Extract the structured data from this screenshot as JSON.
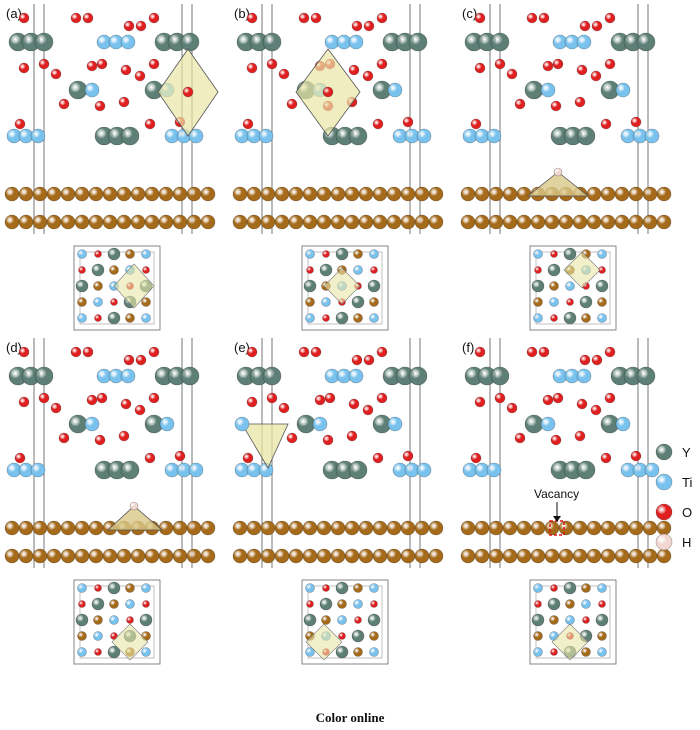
{
  "figure": {
    "panels": [
      {
        "label": "(a)",
        "variant": "a"
      },
      {
        "label": "(b)",
        "variant": "b"
      },
      {
        "label": "(c)",
        "variant": "c"
      },
      {
        "label": "(d)",
        "variant": "d"
      },
      {
        "label": "(e)",
        "variant": "e"
      },
      {
        "label": "(f)",
        "variant": "f"
      }
    ],
    "legend": [
      {
        "label": "Y",
        "color": "#5d7f75"
      },
      {
        "label": "Ti",
        "color": "#79c2ee"
      },
      {
        "label": "O",
        "color": "#e02020"
      },
      {
        "label": "H",
        "color": "#f1d6d2"
      }
    ],
    "vacancy_label": "Vacancy",
    "substrate_color": "#a56a1a",
    "polyhedron_color": "#e9e6a6",
    "caption": "Color online"
  }
}
